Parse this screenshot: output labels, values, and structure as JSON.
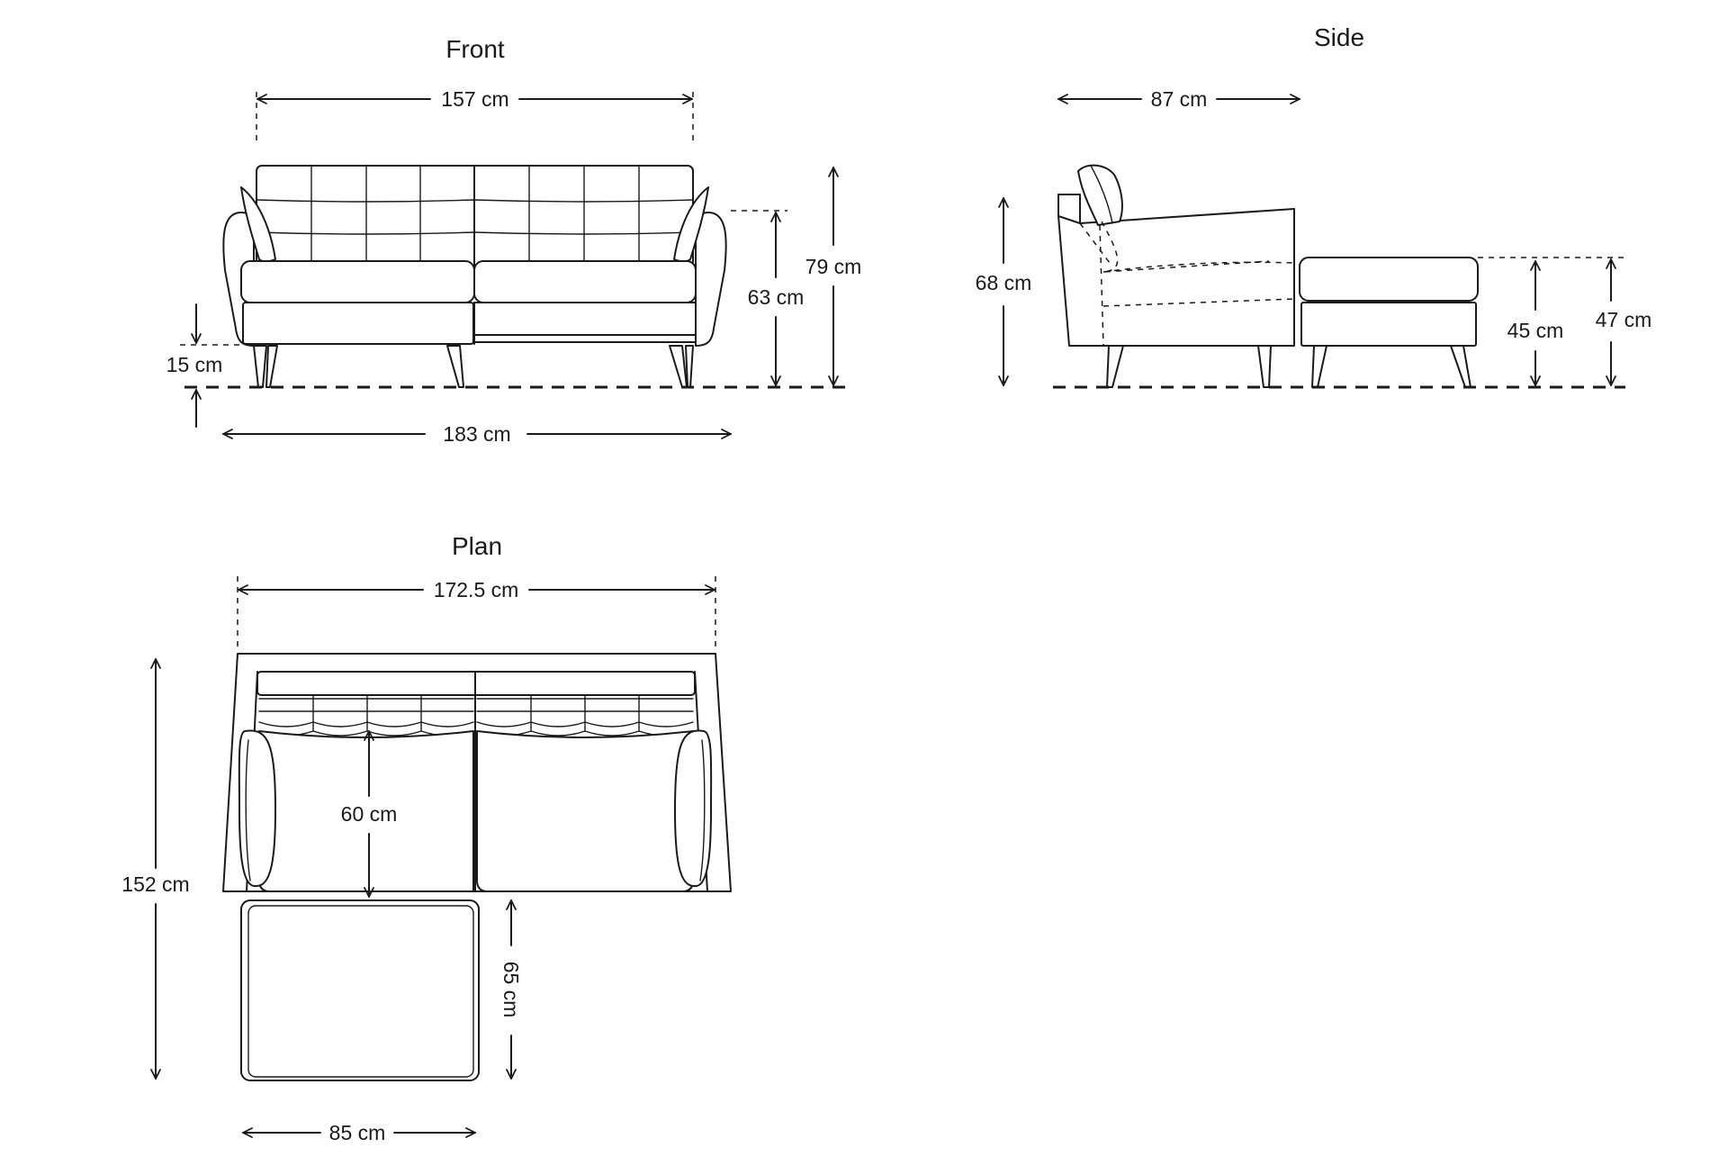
{
  "views": {
    "front": {
      "title": "Front",
      "dims": {
        "width_top": "157 cm",
        "width_total": "183 cm",
        "height_arm": "63 cm",
        "height_total": "79 cm",
        "leg_height": "15 cm"
      }
    },
    "side": {
      "title": "Side",
      "dims": {
        "depth": "87 cm",
        "back_height": "68 cm",
        "seat_height": "45 cm",
        "footstool_height": "47 cm"
      }
    },
    "plan": {
      "title": "Plan",
      "dims": {
        "width": "172.5 cm",
        "total_depth": "152 cm",
        "seat_depth": "60 cm",
        "footstool_depth": "65 cm",
        "footstool_width": "85 cm"
      }
    }
  }
}
